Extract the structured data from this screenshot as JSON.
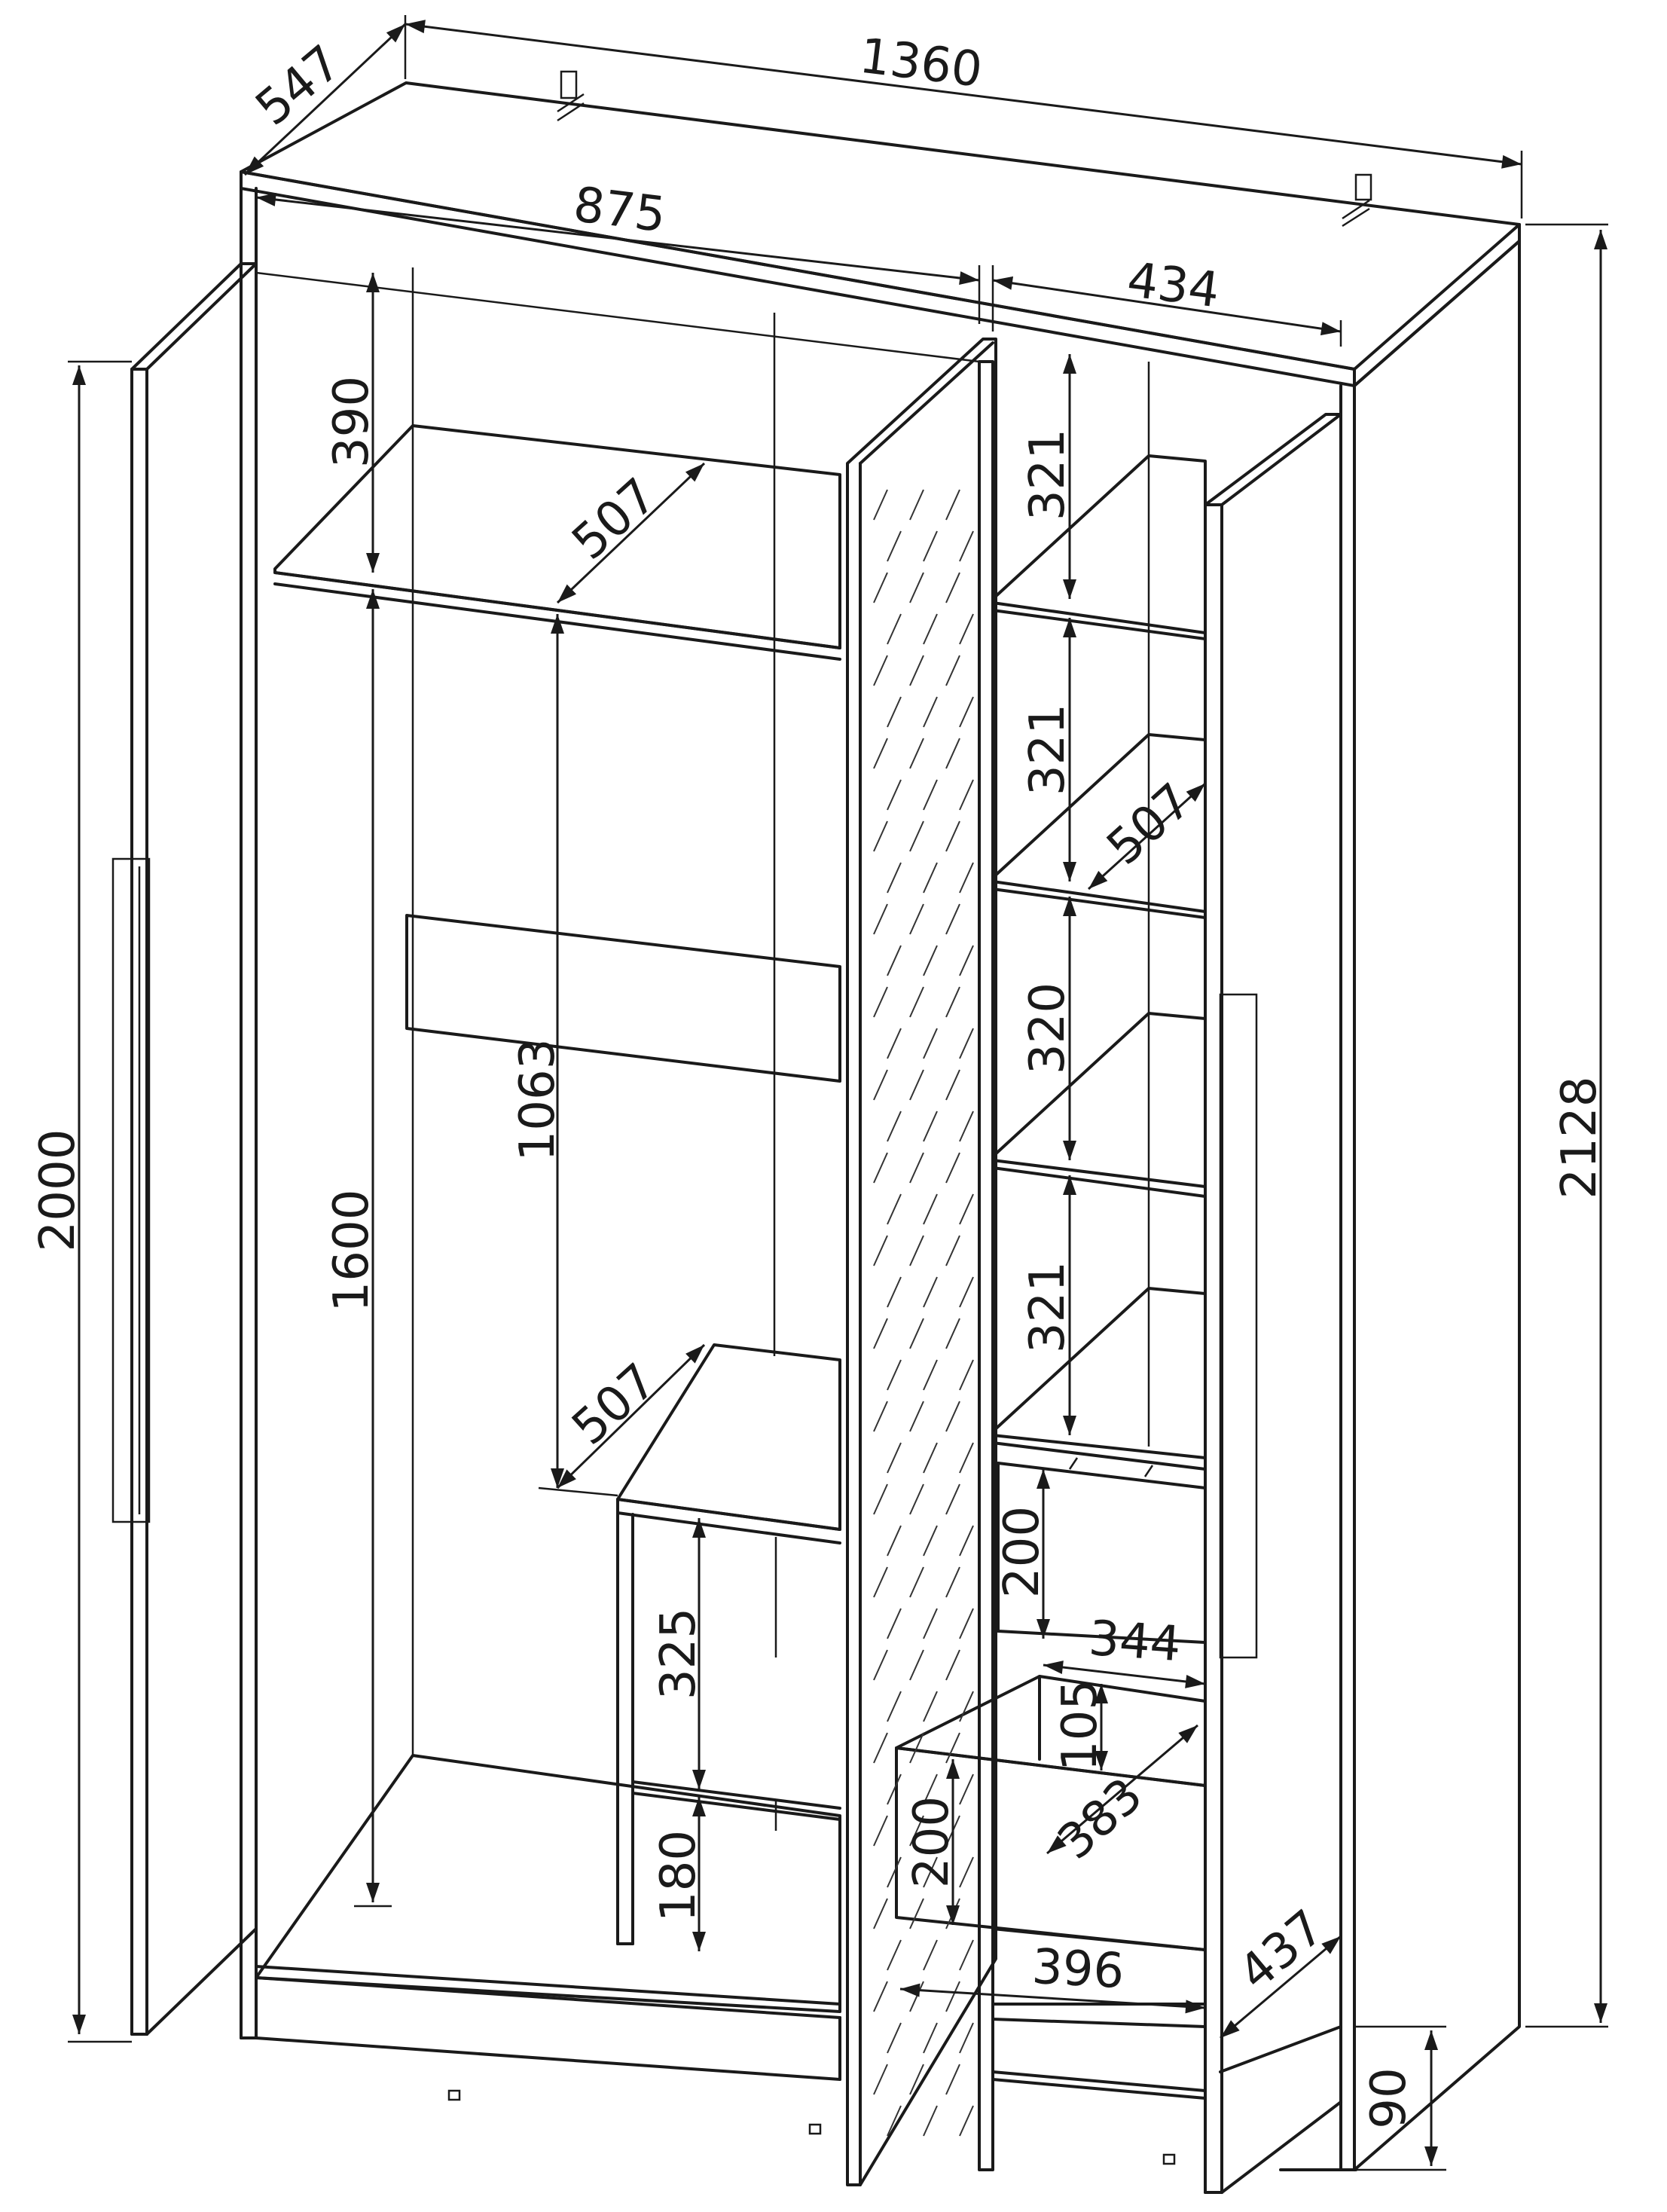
{
  "dimensions": {
    "total_width": "1360",
    "depth": "547",
    "left_section_width": "875",
    "right_section_width": "434",
    "top_compartment_height": "390",
    "hanging_depth": "507",
    "hanging_height": "1600",
    "rail_height": "1063",
    "lower_shelf_depth": "507",
    "lower_compartment_height": "325",
    "bottom_compartment_height": "180",
    "door_height": "2000",
    "total_height": "2128",
    "right_shelf_1": "321",
    "right_shelf_2": "321",
    "right_shelf_depth": "507",
    "right_shelf_3": "320",
    "right_shelf_4": "321",
    "drawer_front_height": "200",
    "drawer_inner_width": "344",
    "drawer_inner_height": "105",
    "drawer_inner_depth": "383",
    "drawer_lower_height": "200",
    "drawer_width": "396",
    "drawer_depth": "437",
    "plinth_height": "90"
  },
  "colors": {
    "line": "#1a1a1a",
    "background": "#ffffff"
  }
}
